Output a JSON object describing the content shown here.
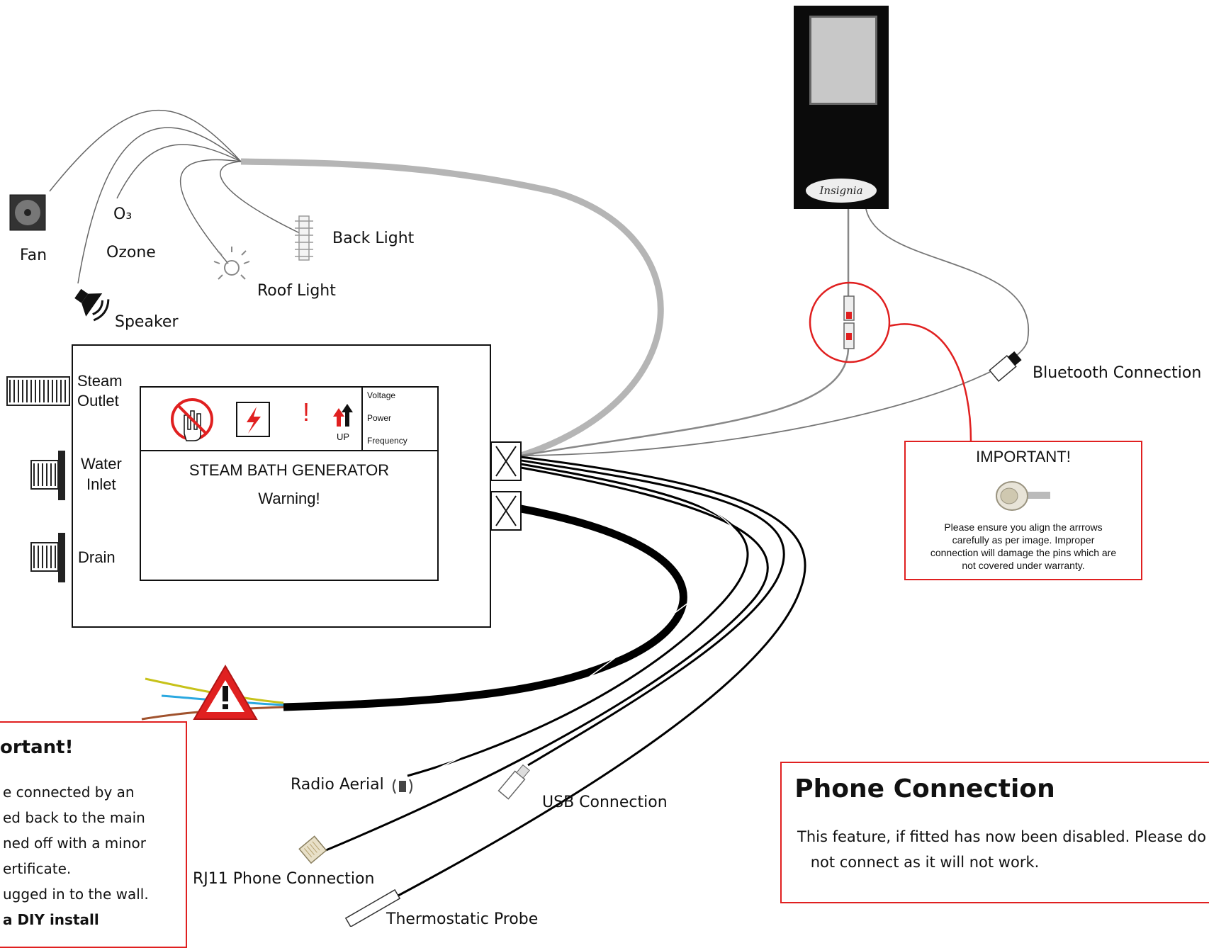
{
  "components": {
    "fan": "Fan",
    "ozone": "Ozone",
    "ozone_symbol": "O₃",
    "back_light": "Back Light",
    "roof_light": "Roof Light",
    "speaker": "Speaker",
    "bluetooth": "Bluetooth Connection",
    "radio_aerial": "Radio Aerial",
    "usb": "USB Connection",
    "rj11": "RJ11 Phone Connection",
    "probe": "Thermostatic Probe"
  },
  "generator": {
    "ports": {
      "steam_outlet_1": "Steam",
      "steam_outlet_2": "Outlet",
      "water_inlet_1": "Water",
      "water_inlet_2": "Inlet",
      "drain": "Drain"
    },
    "panel": {
      "title": "STEAM BATH GENERATOR",
      "warning": "Warning!",
      "spec_labels": [
        "Voltage",
        "Power",
        "Frequency"
      ],
      "up": "UP",
      "exclamation": "!"
    }
  },
  "controller": {
    "logo": "Insignia"
  },
  "important_box": {
    "title": "IMPORTANT!",
    "text_lines": [
      "Please ensure you align the arrrows",
      "carefully as per image. Improper",
      "connection will damage the pins which are",
      "not covered under warranty."
    ]
  },
  "phone_box": {
    "title": "Phone Connection",
    "text_lines": [
      "This feature, if fitted has now been disabled. Please do",
      "not connect as it will not work."
    ]
  },
  "left_box": {
    "title": "ortant!",
    "lines": [
      "e connected by an",
      "ed back to the main",
      "ned off with a minor",
      "ertificate.",
      "ugged in to the wall."
    ],
    "bold_line": "a DIY install"
  },
  "colors": {
    "warning_red": "#e02020",
    "cable_grey": "#b5b5b5",
    "cable_black": "#000000"
  }
}
